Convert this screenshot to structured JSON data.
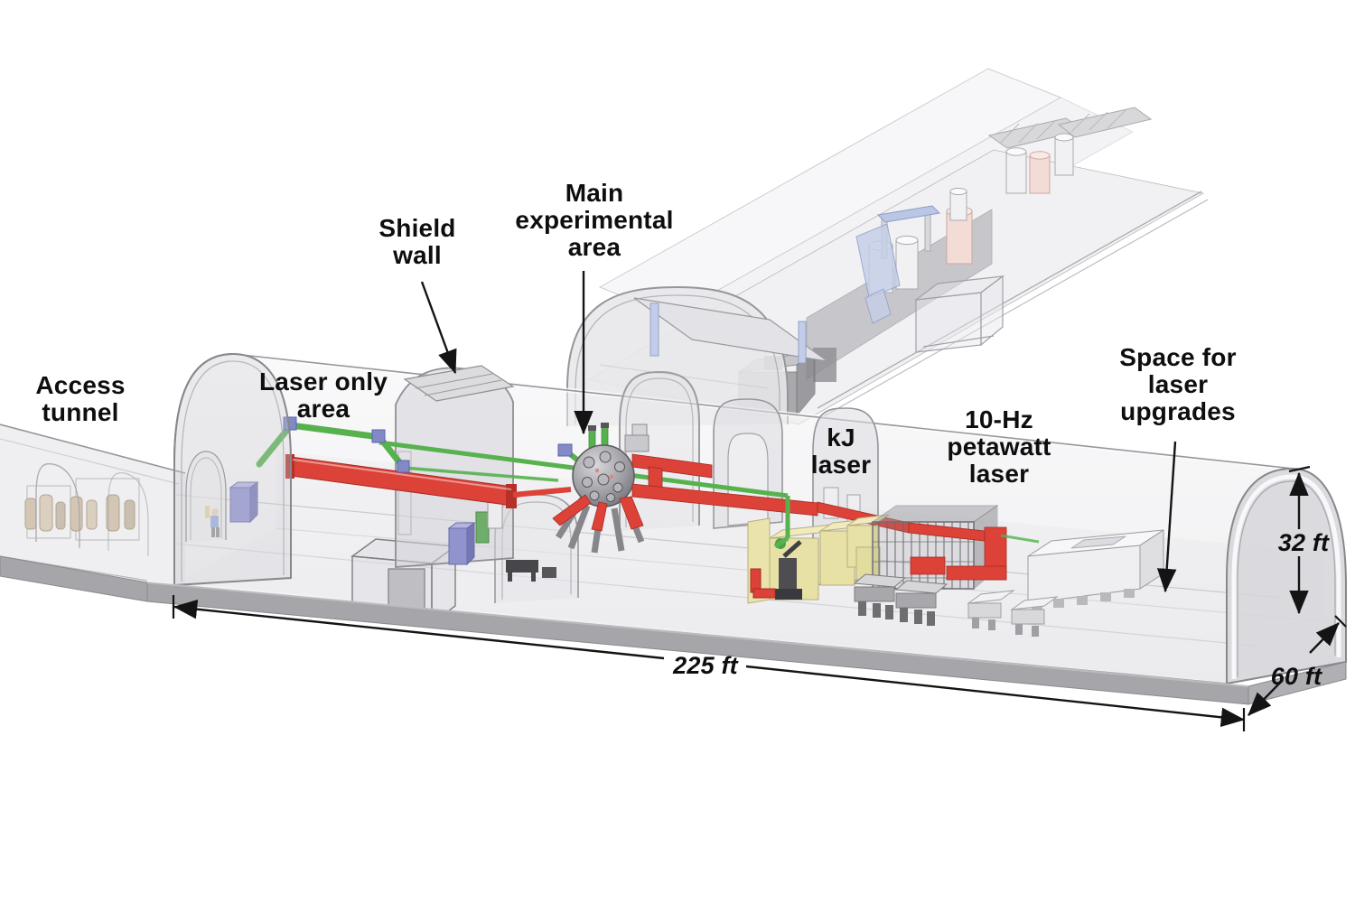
{
  "figure": {
    "type": "facility-cutaway-diagram",
    "background": "#ffffff",
    "area_labels": {
      "access_tunnel": "Access\ntunnel",
      "laser_only_area": "Laser only\narea",
      "shield_wall": "Shield\nwall",
      "main_experimental_area": "Main\nexperimental\narea",
      "kj_laser": "kJ\nlaser",
      "petawatt_laser": "10-Hz\npetawatt\nlaser",
      "space_for_laser_upgrades": "Space for\nlaser\nupgrades"
    },
    "dimensions": {
      "hall_length": "225 ft",
      "hall_width": "60 ft",
      "hall_height": "32 ft"
    },
    "colors": {
      "beam_green": "#57b24e",
      "beam_red": "#dc4237",
      "kj_laser_yellow": "#e7e1a6",
      "equipment_purple": "#9193cf",
      "strut_blue": "#bac6e6",
      "structure_light": "#ededf0",
      "slab_gray": "#a6a6aa",
      "outline_gray": "#8c8c90",
      "annotation_black": "#141414"
    }
  }
}
